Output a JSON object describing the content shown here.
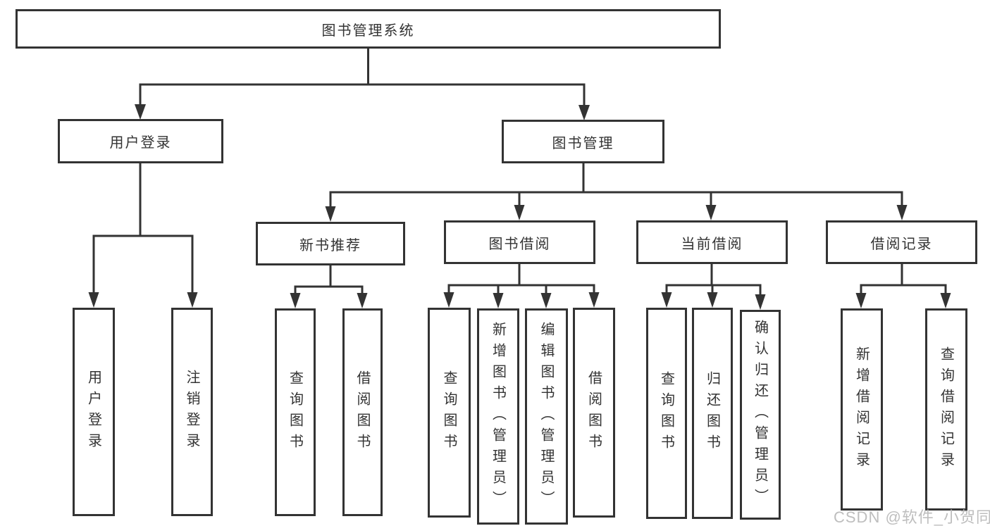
{
  "diagram": {
    "root": {
      "label": "图书管理系统"
    },
    "branches": [
      {
        "label": "用户登录",
        "children": [
          {
            "label": "用户登录"
          },
          {
            "label": "注销登录"
          }
        ]
      },
      {
        "label": "图书管理",
        "children": [
          {
            "label": "新书推荐",
            "children": [
              {
                "label": "查询图书"
              },
              {
                "label": "借阅图书"
              }
            ]
          },
          {
            "label": "图书借阅",
            "children": [
              {
                "label": "查询图书"
              },
              {
                "label": "新增图书（管理员）"
              },
              {
                "label": "编辑图书（管理员）"
              },
              {
                "label": "借阅图书"
              }
            ]
          },
          {
            "label": "当前借阅",
            "children": [
              {
                "label": "查询图书"
              },
              {
                "label": "归还图书"
              },
              {
                "label": "确认归还（管理员）"
              }
            ]
          },
          {
            "label": "借阅记录",
            "children": [
              {
                "label": "新增借阅记录"
              },
              {
                "label": "查询借阅记录"
              }
            ]
          }
        ]
      }
    ],
    "watermark": "CSDN @软件_小贺同学",
    "colors": {
      "line": "#333333",
      "box_border": "#333333",
      "box_background": "#ffffff",
      "text": "#333333",
      "watermark": "#b9b9b9",
      "background": "#ffffff"
    }
  }
}
